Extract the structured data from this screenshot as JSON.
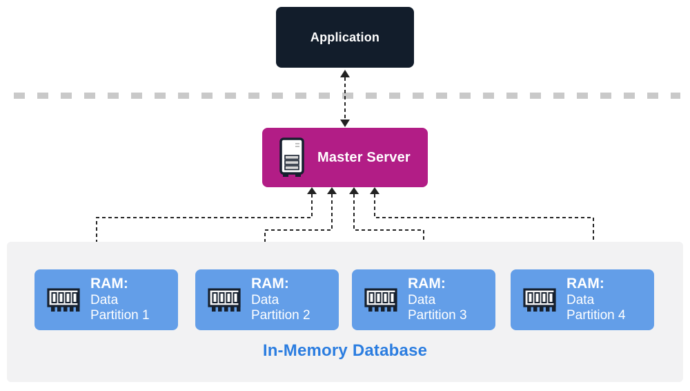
{
  "nodes": {
    "application": {
      "label": "Application"
    },
    "master_server": {
      "label": "Master Server",
      "icon": "server-tower-icon"
    }
  },
  "partitions": [
    {
      "title": "RAM:",
      "line1": "Data",
      "line2": "Partition 1",
      "icon": "ram-chip-icon"
    },
    {
      "title": "RAM:",
      "line1": "Data",
      "line2": "Partition 2",
      "icon": "ram-chip-icon"
    },
    {
      "title": "RAM:",
      "line1": "Data",
      "line2": "Partition 3",
      "icon": "ram-chip-icon"
    },
    {
      "title": "RAM:",
      "line1": "Data",
      "line2": "Partition 4",
      "icon": "ram-chip-icon"
    }
  ],
  "group": {
    "label": "In-Memory Database"
  },
  "colors": {
    "application_bg": "#121d2b",
    "master_bg": "#b21d86",
    "ram_bg": "#639ee8",
    "container_bg": "#f2f2f3",
    "separator": "#c9c9c9",
    "connector": "#222222",
    "inmemory_text": "#2b7de0",
    "node_text": "#ffffff",
    "icon_outline": "#16202e"
  }
}
